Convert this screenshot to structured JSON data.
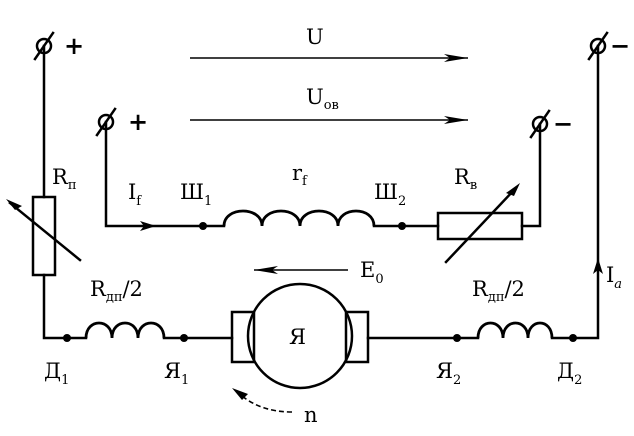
{
  "terminals": {
    "line_plus": "+",
    "line_minus": "−",
    "field_plus": "+",
    "field_minus": "−"
  },
  "voltages": {
    "supply": "U",
    "field_base": "U",
    "field_sub": "ов",
    "emf_base": "E",
    "emf_sub": "0"
  },
  "currents": {
    "field_base": "I",
    "field_sub": "f",
    "armature_base": "I",
    "armature_sub": "a"
  },
  "resistors": {
    "start_base": "R",
    "start_sub": "п",
    "field_reg_base": "R",
    "field_reg_sub": "в",
    "field_winding_base": "r",
    "field_winding_sub": "f",
    "commutating_left_base": "R",
    "commutating_left_sub": "дп",
    "commutating_left_tail": "/2",
    "commutating_right_base": "R",
    "commutating_right_sub": "дп",
    "commutating_right_tail": "/2"
  },
  "nodes": {
    "sh1_base": "Ш",
    "sh1_sub": "1",
    "sh2_base": "Ш",
    "sh2_sub": "2",
    "d1_base": "Д",
    "d1_sub": "1",
    "d2_base": "Д",
    "d2_sub": "2",
    "ya1_base": "Я",
    "ya1_sub": "1",
    "ya2_base": "Я",
    "ya2_sub": "2"
  },
  "armature": {
    "label": "Я",
    "rotation_label": "n"
  }
}
